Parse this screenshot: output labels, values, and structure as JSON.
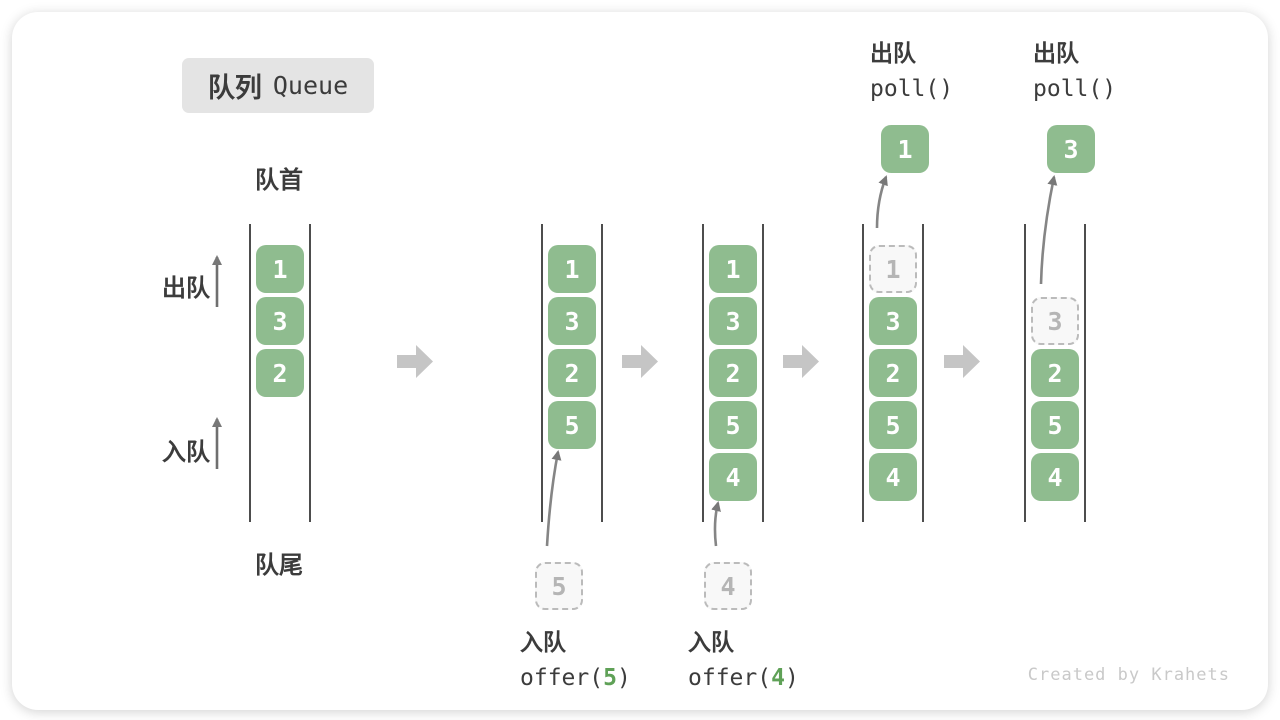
{
  "title": {
    "zh": "队列",
    "en": "Queue"
  },
  "labels": {
    "front": "队首",
    "rear": "队尾",
    "dequeue": "出队",
    "enqueue": "入队"
  },
  "colors": {
    "cell_green": "#8FBC8F",
    "accent_green": "#5FA157",
    "ghost_border": "#BBBBBB",
    "thin_arrow": "#7A7A7A",
    "block_arrow": "#C5C5C5",
    "rail": "#4D4D4D",
    "title_bg": "#E4E4E4",
    "text": "#3C3C3C"
  },
  "states": [
    {
      "name": "initial",
      "cells": [
        {
          "v": "1",
          "kind": "solid"
        },
        {
          "v": "3",
          "kind": "solid"
        },
        {
          "v": "2",
          "kind": "solid"
        }
      ]
    },
    {
      "name": "after-offer-5",
      "cells": [
        {
          "v": "1",
          "kind": "solid"
        },
        {
          "v": "3",
          "kind": "solid"
        },
        {
          "v": "2",
          "kind": "solid"
        },
        {
          "v": "5",
          "kind": "solid"
        }
      ],
      "pending": {
        "v": "5"
      },
      "op": {
        "label": "入队",
        "code_pre": "offer(",
        "code_arg": "5",
        "code_post": ")"
      }
    },
    {
      "name": "after-offer-4",
      "cells": [
        {
          "v": "1",
          "kind": "solid"
        },
        {
          "v": "3",
          "kind": "solid"
        },
        {
          "v": "2",
          "kind": "solid"
        },
        {
          "v": "5",
          "kind": "solid"
        },
        {
          "v": "4",
          "kind": "solid"
        }
      ],
      "pending": {
        "v": "4"
      },
      "op": {
        "label": "入队",
        "code_pre": "offer(",
        "code_arg": "4",
        "code_post": ")"
      }
    },
    {
      "name": "after-poll-1",
      "cells": [
        {
          "v": "1",
          "kind": "ghost"
        },
        {
          "v": "3",
          "kind": "solid"
        },
        {
          "v": "2",
          "kind": "solid"
        },
        {
          "v": "5",
          "kind": "solid"
        },
        {
          "v": "4",
          "kind": "solid"
        }
      ],
      "out": {
        "v": "1"
      },
      "op": {
        "label": "出队",
        "code": "poll()"
      }
    },
    {
      "name": "after-poll-3",
      "cells": [
        {
          "v": "3",
          "kind": "ghost"
        },
        {
          "v": "2",
          "kind": "solid"
        },
        {
          "v": "5",
          "kind": "solid"
        },
        {
          "v": "4",
          "kind": "solid"
        }
      ],
      "out": {
        "v": "3"
      },
      "op": {
        "label": "出队",
        "code": "poll()"
      }
    }
  ],
  "watermark": "Created by Krahets"
}
